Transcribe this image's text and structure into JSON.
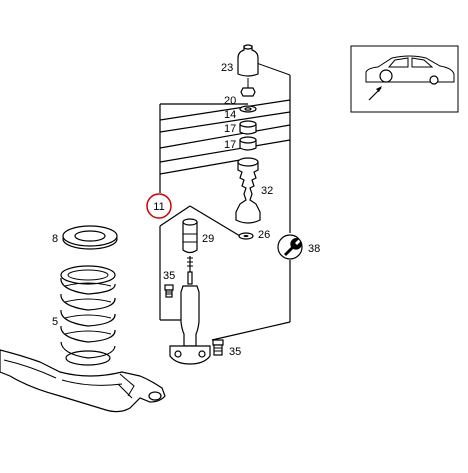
{
  "callouts": {
    "p23": "23",
    "p20": "20",
    "p14": "14",
    "p17a": "17",
    "p17b": "17",
    "p32": "32",
    "p11": "11",
    "p29": "29",
    "p26": "26",
    "p38": "38",
    "p8": "8",
    "p35a": "35",
    "p5": "5",
    "p35b": "35"
  },
  "highlight_color": "#d40000",
  "icons": {
    "vehicle_locator": "car-side-icon",
    "tool": "wrench-icon"
  }
}
